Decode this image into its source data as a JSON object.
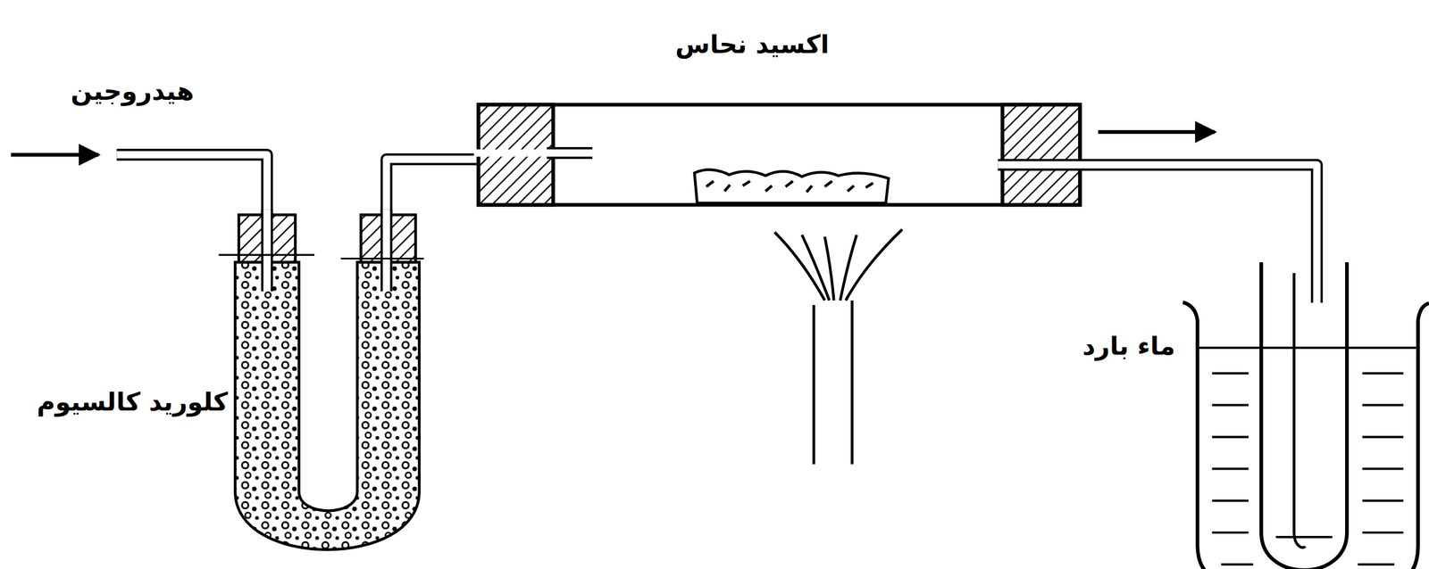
{
  "diagram": {
    "labels": [
      "هيدروجين",
      "اكسيد نحاس",
      "كلوريد كالسيوم",
      "ماء بارد"
    ]
  }
}
